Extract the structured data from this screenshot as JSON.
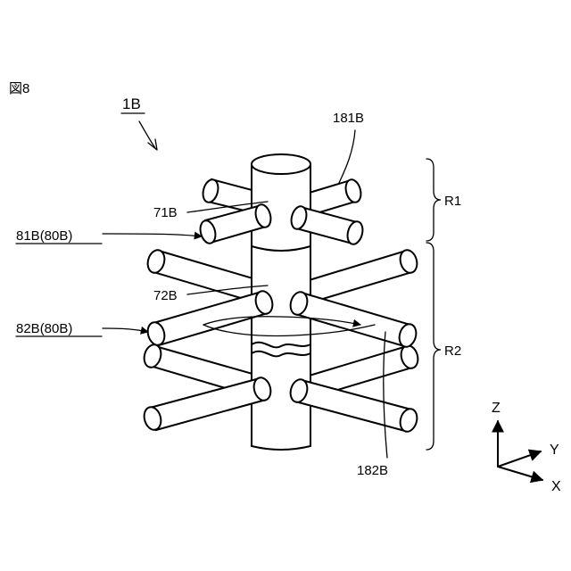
{
  "figure_label": "図8",
  "device_ref": "1B",
  "labels": {
    "p181": "181B",
    "p71": "71B",
    "p81": "81B(80B)",
    "p72": "72B",
    "p82": "82B(80B)",
    "p182": "182B",
    "r1": "R1",
    "r2": "R2"
  },
  "axes": {
    "z": "Z",
    "y": "Y",
    "x": "X"
  }
}
